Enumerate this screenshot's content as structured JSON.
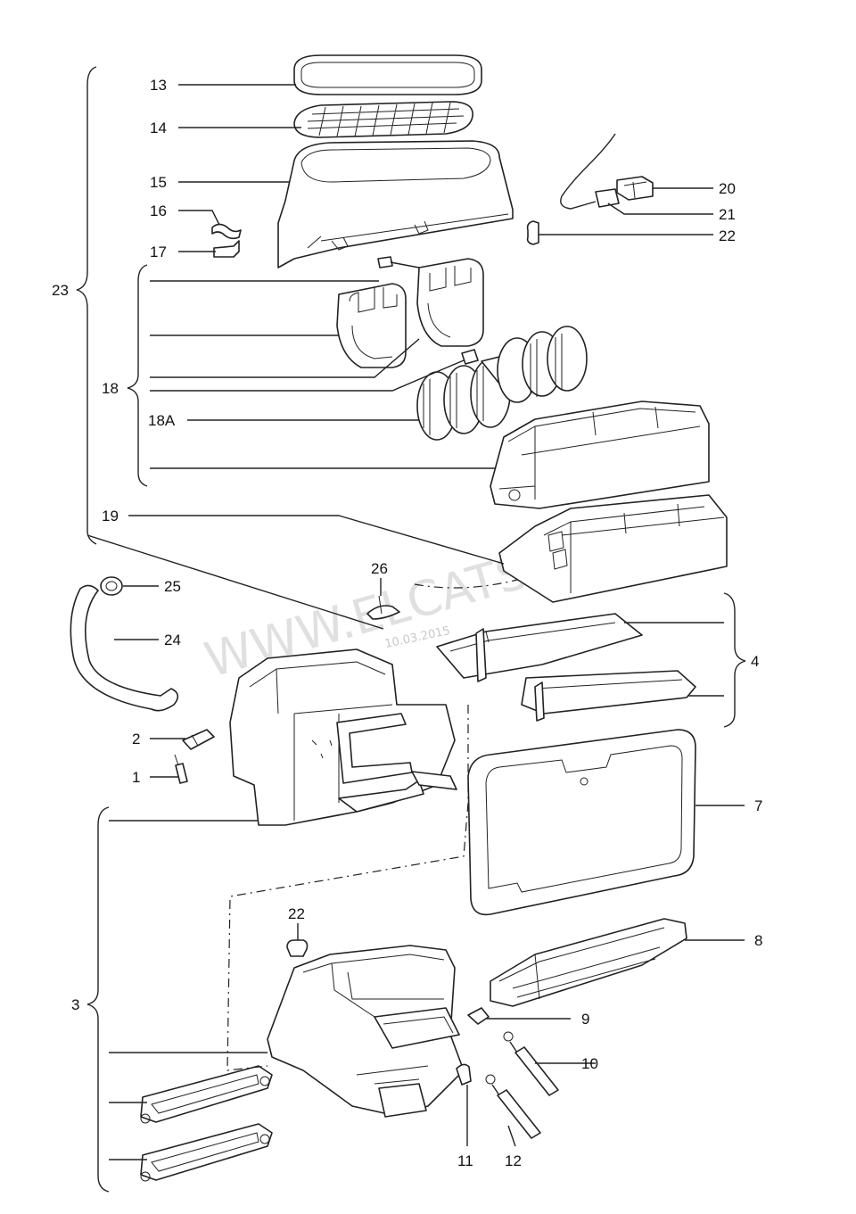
{
  "labels": {
    "l1": "1",
    "l2": "2",
    "l3": "3",
    "l4": "4",
    "l7": "7",
    "l8": "8",
    "l9": "9",
    "l10": "10",
    "l11": "11",
    "l12": "12",
    "l13": "13",
    "l14": "14",
    "l15": "15",
    "l16": "16",
    "l17": "17",
    "l18": "18",
    "l18a": "18A",
    "l19": "19",
    "l20": "20",
    "l21": "21",
    "l22a": "22",
    "l22b": "22",
    "l23": "23",
    "l24": "24",
    "l25": "25",
    "l26": "26"
  },
  "watermark": {
    "text": "WWW.ELCATS.RU",
    "date": "10.03.2015"
  }
}
